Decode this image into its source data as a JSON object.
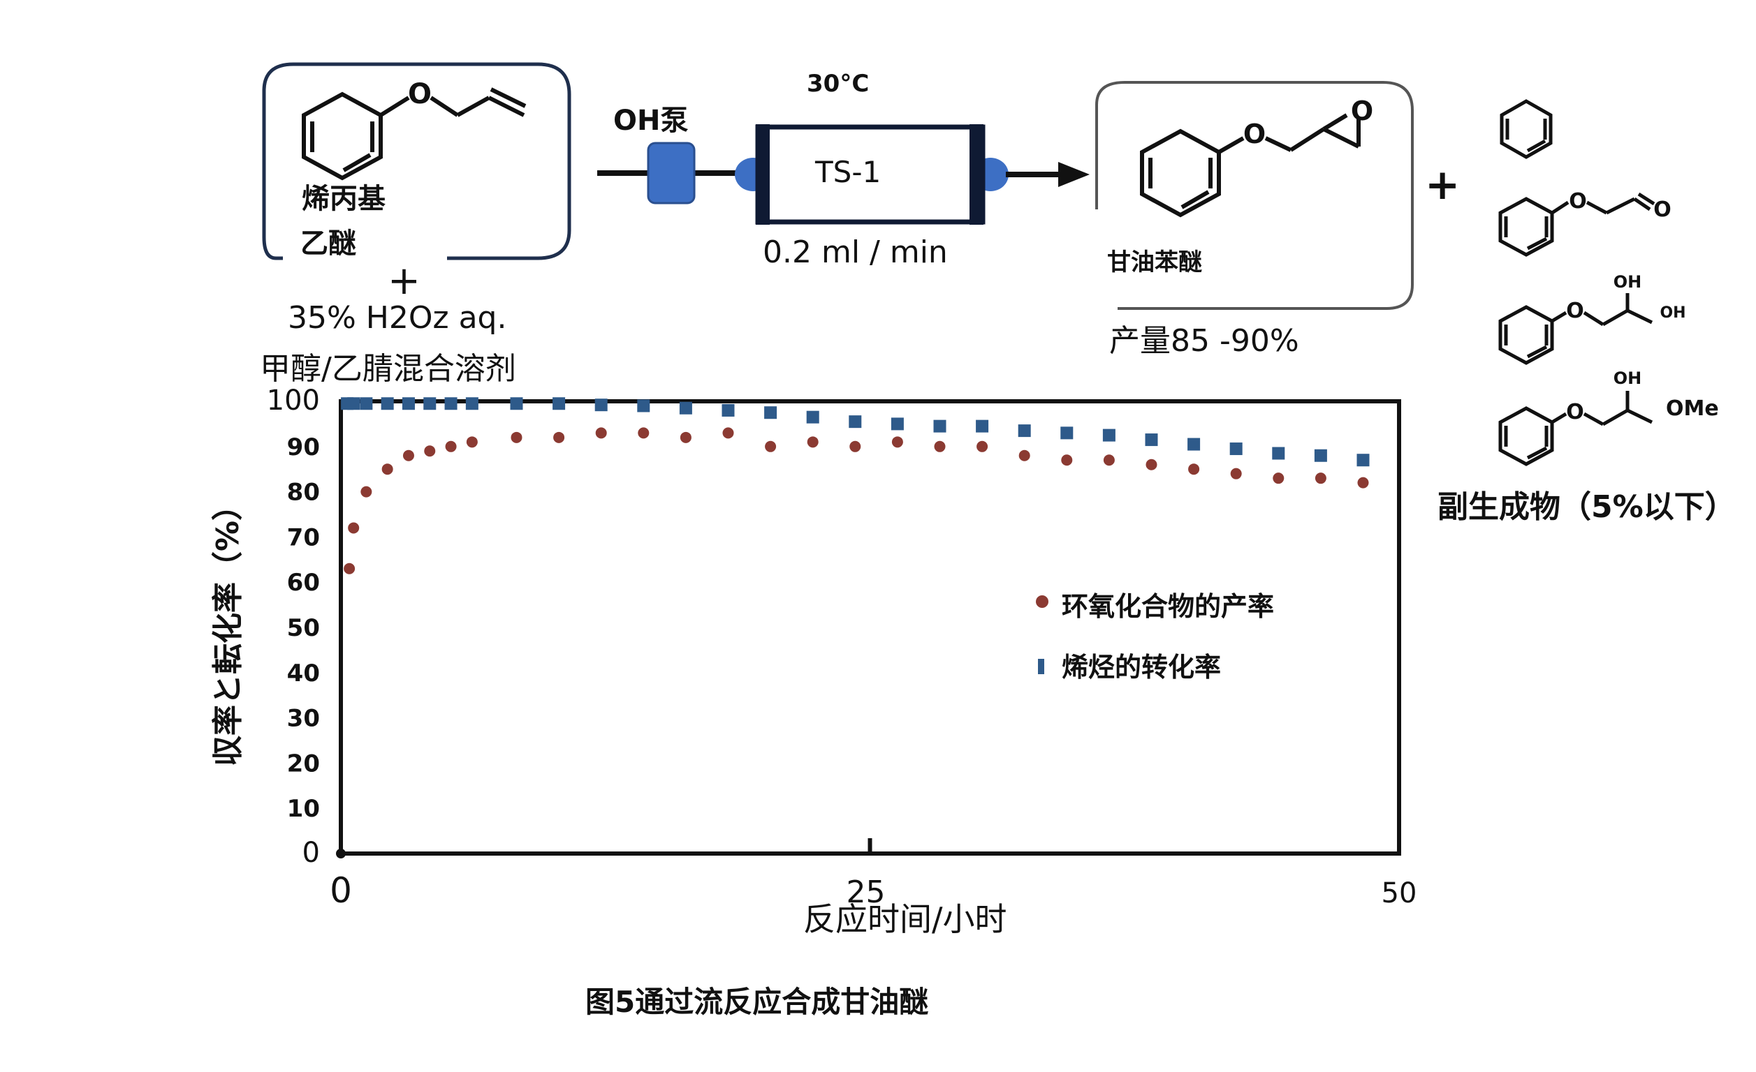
{
  "scheme": {
    "reactant_label_1": "烯丙基",
    "reactant_label_2": "乙醚",
    "plus_sign": "+",
    "reagent_line": "35% H2Oz aq.",
    "solvent_line": "甲醇/乙腈混合溶剂",
    "pump_label": "OH泵",
    "temperature": "30°C",
    "reactor_label": "TS-1",
    "flow_rate": "0.2 ml / min",
    "product_label": "甘油苯醚",
    "yield_label": "产量85 -90%",
    "byproduct_plus": "+",
    "byproduct_label": "副生成物（5%以下）",
    "oxygen_atom": "O",
    "oh_label": "OH",
    "ome_label": "OMe"
  },
  "chart_data": {
    "type": "scatter",
    "ylabel": "収率と転化率（%）",
    "xlabel": "反应时间/小时",
    "caption": "图5通过流反应合成甘油醚",
    "xlim": [
      0,
      50
    ],
    "ylim": [
      0,
      100
    ],
    "x_ticks": [
      {
        "value": 0,
        "label": "0"
      },
      {
        "value": 25,
        "label": "25"
      },
      {
        "value": 50,
        "label": "50"
      }
    ],
    "y_ticks": [
      {
        "value": 0,
        "label": "0"
      },
      {
        "value": 10,
        "label": "10"
      },
      {
        "value": 20,
        "label": "20"
      },
      {
        "value": 30,
        "label": "30"
      },
      {
        "value": 40,
        "label": "40"
      },
      {
        "value": 50,
        "label": "50"
      },
      {
        "value": 60,
        "label": "60"
      },
      {
        "value": 70,
        "label": "70"
      },
      {
        "value": 80,
        "label": "80"
      },
      {
        "value": 90,
        "label": "90"
      },
      {
        "value": 100,
        "label": "100"
      }
    ],
    "legend_position": "center-right",
    "series": [
      {
        "name": "环氧化合物的产率",
        "marker": "circle",
        "color": "#8b3a32",
        "points": [
          [
            0.4,
            63
          ],
          [
            0.6,
            72
          ],
          [
            1.2,
            80
          ],
          [
            2.2,
            85
          ],
          [
            3.2,
            88
          ],
          [
            4.2,
            89
          ],
          [
            5.2,
            90
          ],
          [
            6.2,
            91
          ],
          [
            8.3,
            92
          ],
          [
            10.3,
            92
          ],
          [
            12.3,
            93
          ],
          [
            14.3,
            93
          ],
          [
            16.3,
            92
          ],
          [
            18.3,
            93
          ],
          [
            20.3,
            90
          ],
          [
            22.3,
            91
          ],
          [
            24.3,
            90
          ],
          [
            26.3,
            91
          ],
          [
            28.3,
            90
          ],
          [
            30.3,
            90
          ],
          [
            32.3,
            88
          ],
          [
            34.3,
            87
          ],
          [
            36.3,
            87
          ],
          [
            38.3,
            86
          ],
          [
            40.3,
            85
          ],
          [
            42.3,
            84
          ],
          [
            44.3,
            83
          ],
          [
            46.3,
            83
          ],
          [
            48.3,
            82
          ]
        ]
      },
      {
        "name": "烯烃的转化率",
        "marker": "square",
        "color": "#2e5a8a",
        "points": [
          [
            0.3,
            99.5
          ],
          [
            0.6,
            99.5
          ],
          [
            1.2,
            99.5
          ],
          [
            2.2,
            99.5
          ],
          [
            3.2,
            99.5
          ],
          [
            4.2,
            99.5
          ],
          [
            5.2,
            99.5
          ],
          [
            6.2,
            99.5
          ],
          [
            8.3,
            99.5
          ],
          [
            10.3,
            99.5
          ],
          [
            12.3,
            99.2
          ],
          [
            14.3,
            99
          ],
          [
            16.3,
            98.5
          ],
          [
            18.3,
            98
          ],
          [
            20.3,
            97.5
          ],
          [
            22.3,
            96.5
          ],
          [
            24.3,
            95.5
          ],
          [
            26.3,
            95
          ],
          [
            28.3,
            94.5
          ],
          [
            30.3,
            94.5
          ],
          [
            32.3,
            93.5
          ],
          [
            34.3,
            93
          ],
          [
            36.3,
            92.5
          ],
          [
            38.3,
            91.5
          ],
          [
            40.3,
            90.5
          ],
          [
            42.3,
            89.5
          ],
          [
            44.3,
            88.5
          ],
          [
            46.3,
            88
          ],
          [
            48.3,
            87
          ]
        ]
      }
    ]
  }
}
